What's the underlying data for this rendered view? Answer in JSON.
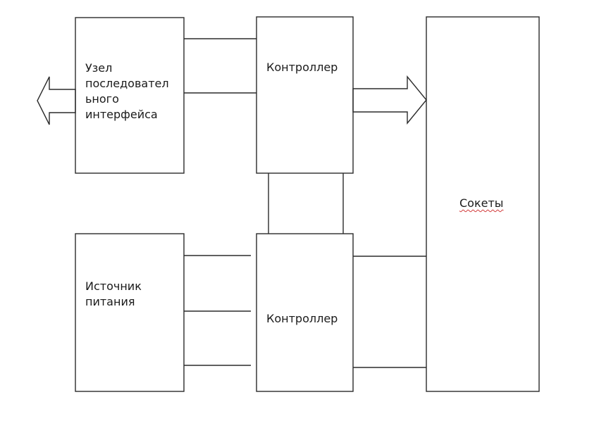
{
  "blocks": {
    "serial_interface": {
      "label": "Узел\nпоследовател\nьного\nинтерфейса"
    },
    "power_supply": {
      "label": "Источник\nпитания"
    },
    "controller_top": {
      "label": "Контроллер"
    },
    "controller_bottom": {
      "label": "Контроллер"
    },
    "sockets": {
      "label": "Сокеты"
    }
  },
  "colors": {
    "stroke": "#2b2b2b",
    "text": "#1a1a1a",
    "spellcheck_underline": "#d23a3a"
  }
}
